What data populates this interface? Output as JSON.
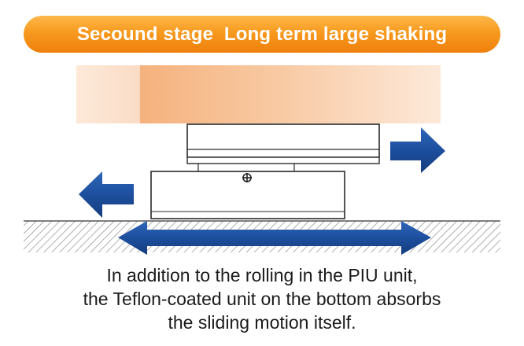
{
  "title": "Secound stage  Long term large shaking",
  "caption_lines": [
    "In addition to the rolling in the PIU unit,",
    "the Teflon-coated unit on the bottom absorbs",
    "the sliding motion itself."
  ],
  "colors": {
    "banner_top": "#fdb84a",
    "banner_bottom": "#ef7f0c",
    "arrow_blue": "#1e4f9c",
    "arrow_blue_light": "#3a6fc0",
    "structure_fill": "#f7c49a",
    "ground_hatch": "#9a9a9a"
  },
  "icons": {
    "right_arrow": "right-arrow-icon",
    "left_arrow": "left-arrow-icon",
    "double_arrow": "double-headed-arrow-icon",
    "crosshair": "crosshair-icon"
  }
}
